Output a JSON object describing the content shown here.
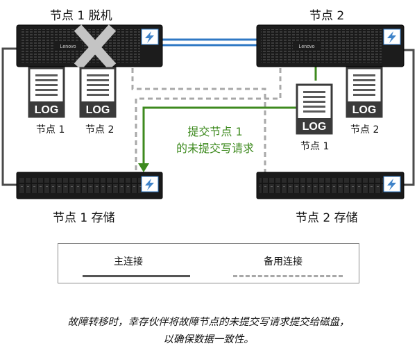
{
  "top": {
    "node1_title": "节点 1 脱机",
    "node2_title": "节点 2"
  },
  "logs": {
    "log_text": "LOG",
    "node1_log_a": "节点 1",
    "node1_log_b": "节点 2",
    "node2_log_a": "节点 1",
    "node2_log_b": "节点 2"
  },
  "annotation": {
    "line1": "提交节点 1",
    "line2": "的未提交写请求"
  },
  "storage": {
    "node1_storage": "节点 1 存储",
    "node2_storage": "节点 2 存储"
  },
  "legend": {
    "primary": "主连接",
    "backup": "备用连接"
  },
  "caption": {
    "line1": "故障转移时，幸存伙伴将故障节点的未提交写请求提交给磁盘，",
    "line2": "以确保数据一致性。"
  },
  "colors": {
    "primary_line": "#4a4a4a",
    "backup_line": "#a8a8a8",
    "commit_path": "#3d8a1e",
    "interconnect": "#2f78c4",
    "failed_x": "#c4c4c4",
    "bolt": "#3f83c9"
  },
  "icons": [
    "x-mark-icon",
    "lightning-bolt-icon",
    "log-document-icon",
    "arrow-down-icon"
  ]
}
